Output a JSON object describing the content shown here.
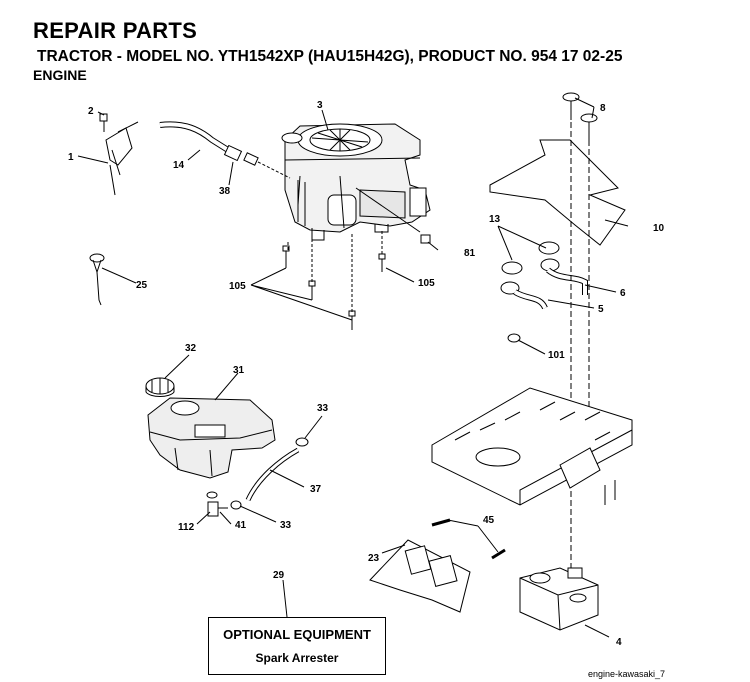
{
  "header": {
    "title": "REPAIR PARTS",
    "model_line": "TRACTOR - MODEL NO. YTH1542XP (HAU15H42G), PRODUCT NO. 954 17 02-25",
    "section": "ENGINE"
  },
  "callouts": {
    "p1": "1",
    "p2": "2",
    "p3": "3",
    "p4": "4",
    "p5": "5",
    "p6": "6",
    "p8": "8",
    "p10": "10",
    "p13": "13",
    "p14": "14",
    "p23": "23",
    "p25": "25",
    "p29": "29",
    "p31": "31",
    "p32": "32",
    "p33a": "33",
    "p33b": "33",
    "p37": "37",
    "p38": "38",
    "p41": "41",
    "p45": "45",
    "p81": "81",
    "p101": "101",
    "p105a": "105",
    "p105b": "105",
    "p112": "112"
  },
  "optional": {
    "heading": "OPTIONAL EQUIPMENT",
    "item": "Spark Arrester"
  },
  "footer": "engine-kawasaki_7"
}
